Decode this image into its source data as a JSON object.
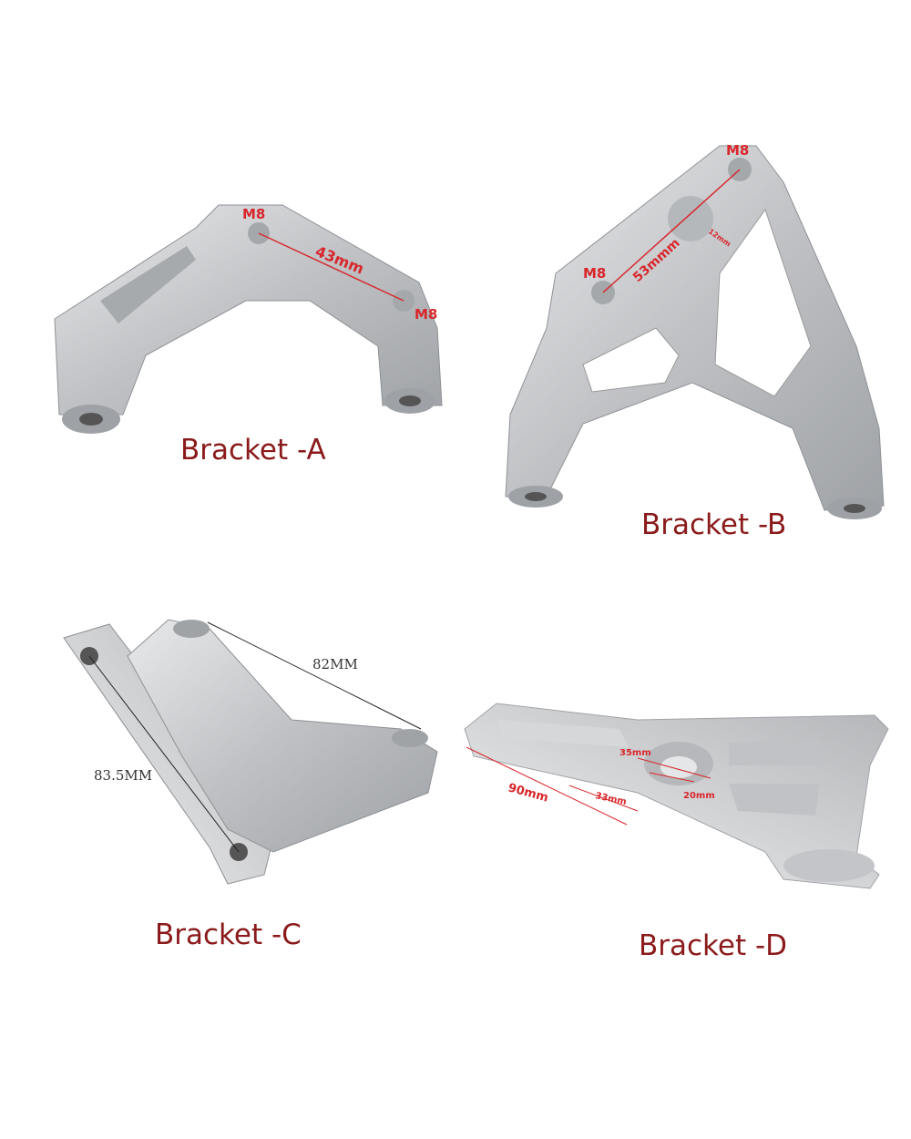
{
  "captions": {
    "a": "Bracket -A",
    "b": "Bracket -B",
    "c": "Bracket -C",
    "d": "Bracket -D"
  },
  "bracket_a": {
    "hole1": "M8",
    "hole2": "M8",
    "spacing": "43mm"
  },
  "bracket_b": {
    "hole1": "M8",
    "hole2": "M8",
    "spacing": "53mmm",
    "center": "12mm"
  },
  "bracket_c": {
    "width": "82MM",
    "height": "83.5MM"
  },
  "bracket_d": {
    "length": "90mm",
    "slot": "33mm",
    "bore_outer": "35mm",
    "bore_inner": "20mm"
  },
  "colors": {
    "caption": "#8b1a1a",
    "dimension": "#d8262b",
    "metal": "#c9cacc"
  }
}
